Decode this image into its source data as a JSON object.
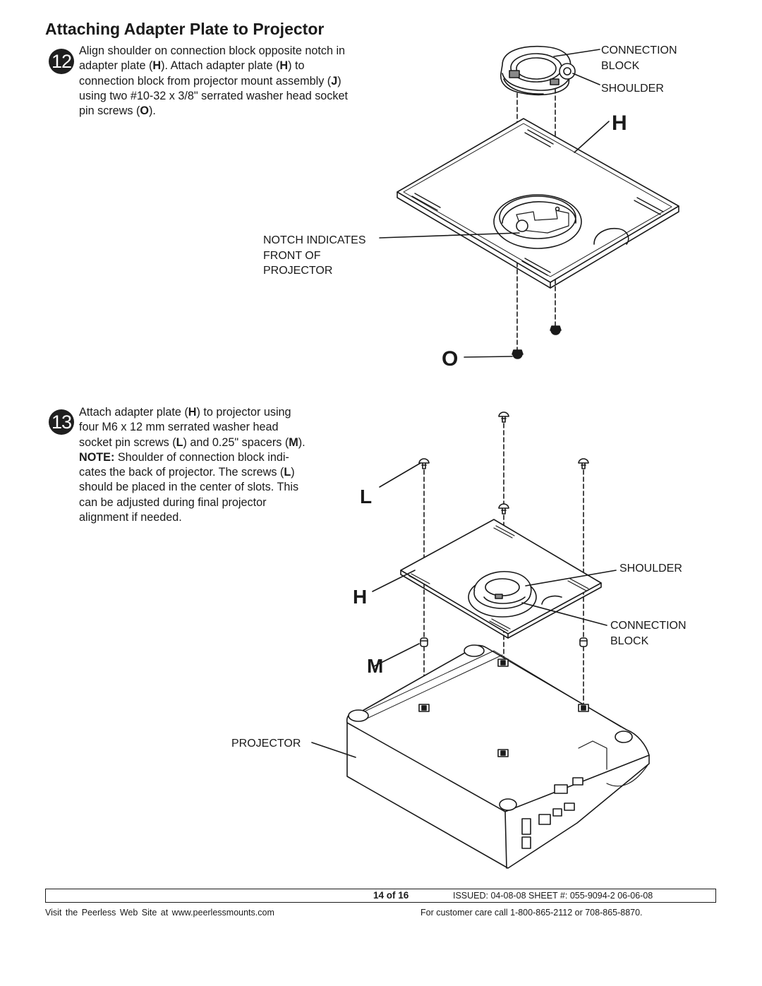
{
  "title": "Attaching Adapter Plate to Projector",
  "step12": {
    "number": "12",
    "lines": [
      [
        "Align shoulder on connection block opposite notch in"
      ],
      [
        "adapter plate (",
        {
          "b": "H"
        },
        ").  Attach adapter plate (",
        {
          "b": "H"
        },
        ") to"
      ],
      [
        "connection block from projector mount assembly (",
        {
          "b": "J"
        },
        ")"
      ],
      [
        "using two #10-32 x 3/8\" serrated washer head socket"
      ],
      [
        "pin screws (",
        {
          "b": "O"
        },
        ")."
      ]
    ]
  },
  "step13": {
    "number": "13",
    "lines": [
      [
        "Attach adapter plate (",
        {
          "b": "H"
        },
        ") to projector using"
      ],
      [
        "four M6 x 12 mm serrated washer head"
      ],
      [
        "socket pin screws (",
        {
          "b": "L"
        },
        ") and 0.25\" spacers (",
        {
          "b": "M"
        },
        ")."
      ],
      [
        {
          "b": "NOTE:"
        },
        " Shoulder of connection block indi-"
      ],
      [
        "cates the back of projector.  The screws (",
        {
          "b": "L"
        },
        ")"
      ],
      [
        "should be placed in the center of slots. This"
      ],
      [
        "can be adjusted during final projector"
      ],
      [
        "alignment if needed."
      ]
    ]
  },
  "labels": {
    "connection_block_1": "CONNECTION\nBLOCK",
    "shoulder_1": "SHOULDER",
    "notch": "NOTCH INDICATES\nFRONT OF\nPROJECTOR",
    "shoulder_2": "SHOULDER",
    "connection_block_2": "CONNECTION\nBLOCK",
    "projector": "PROJECTOR"
  },
  "parts": {
    "h1": "H",
    "o": "O",
    "l": "L",
    "h2": "H",
    "m": "M"
  },
  "footer": {
    "page": "14 of 16",
    "issued": "ISSUED: 04-08-08  SHEET #: 055-9094-2  06-06-08",
    "website": "Visit the Peerless Web Site at www.peerlessmounts.com",
    "care": "For customer care call 1-800-865-2112 or 708-865-8870."
  }
}
